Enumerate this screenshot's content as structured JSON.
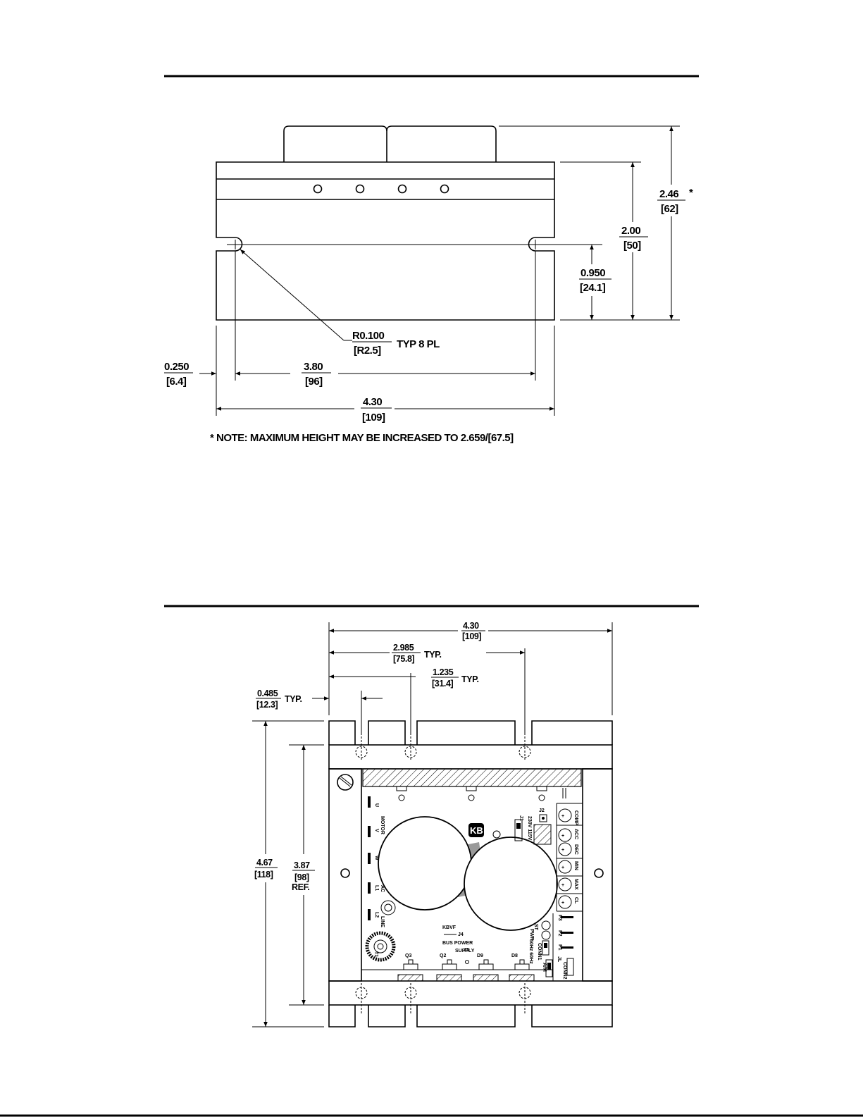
{
  "side_view": {
    "dim_radius": {
      "value": "R0.100",
      "metric": "[R2.5]",
      "suffix": "TYP 8 PL"
    },
    "dim_edge": {
      "value": "0.250",
      "metric": "[6.4]"
    },
    "dim_slot_spacing": {
      "value": "3.80",
      "metric": "[96]"
    },
    "dim_width": {
      "value": "4.30",
      "metric": "[109]"
    },
    "dim_slot_height": {
      "value": "0.950",
      "metric": "[24.1]"
    },
    "dim_body_height": {
      "value": "2.00",
      "metric": "[50]"
    },
    "dim_max_height": {
      "value": "2.46",
      "metric": "[62]",
      "mark": "*"
    },
    "note": "*  NOTE: MAXIMUM HEIGHT MAY BE INCREASED TO 2.659/[67.5]"
  },
  "top_view": {
    "dim_width": {
      "value": "4.30",
      "metric": "[109]"
    },
    "dim_far_hole": {
      "value": "2.985",
      "metric": "[75.8]",
      "suffix": "TYP."
    },
    "dim_mid_hole": {
      "value": "1.235",
      "metric": "[31.4]",
      "suffix": "TYP."
    },
    "dim_first_hole": {
      "value": "0.485",
      "metric": "[12.3]",
      "suffix": "TYP."
    },
    "dim_length": {
      "value": "4.67",
      "metric": "[118]"
    },
    "dim_ref": {
      "value": "3.87",
      "metric": "[98]",
      "suffix": "REF."
    },
    "board_labels": {
      "u": "U",
      "v": "V",
      "w": "W",
      "motor": "MOTOR",
      "l1": "L1",
      "ac": "AC",
      "l2": "L2",
      "line": "LINE",
      "t1": "T1",
      "logo": "KB",
      "j1": "J1",
      "j2": "J2",
      "voltage": "230V 115V",
      "kbvf": "KBVF",
      "j4": "J4",
      "j3": "J3",
      "bus_power": "BUS POWER",
      "supply": "SUPPLY",
      "q3": "Q3",
      "q2": "Q2",
      "d9": "D9",
      "d8": "D8",
      "comp": "COMP",
      "acc": "ACC",
      "dec": "DEC",
      "min": "MIN",
      "max": "MAX",
      "cl": "CL",
      "p3": "P3",
      "p2": "P2",
      "p1": "P1",
      "st": "ST",
      "pwr": "PWR",
      "hz": "50Hz 60Hz",
      "conn1": "CONN1",
      "am": "A/M",
      "conn2": "CONN2",
      "jl": "JL"
    }
  }
}
